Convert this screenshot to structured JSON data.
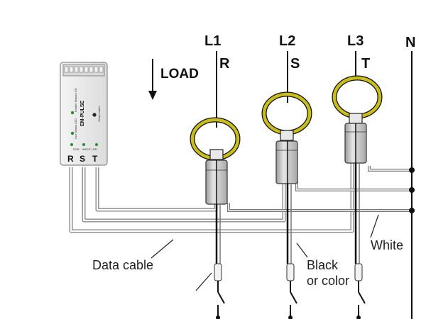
{
  "phases": [
    {
      "line": "L1",
      "letter": "R"
    },
    {
      "line": "L2",
      "letter": "S"
    },
    {
      "line": "L3",
      "letter": "T"
    }
  ],
  "neutral": "N",
  "load_label": "LOAD",
  "labels": {
    "data_cable": "Data cable",
    "black_or_color_1": "Black",
    "black_or_color_2": "or color",
    "white": "White"
  },
  "module": {
    "name": "EM-PULSE",
    "status_led": "Enable Status LED",
    "line_status_led": "Line Status LED",
    "setup_button": "Setup button",
    "rgb_led": "RGB",
    "input_led": "INPUT LED",
    "terminals": [
      "R",
      "S",
      "T"
    ]
  },
  "colors": {
    "coil": "#c9bd1e",
    "wire": "#111111",
    "cable": "#9a9a9a",
    "clamp": "#d0d0d0",
    "led": "#2a8a3a"
  }
}
